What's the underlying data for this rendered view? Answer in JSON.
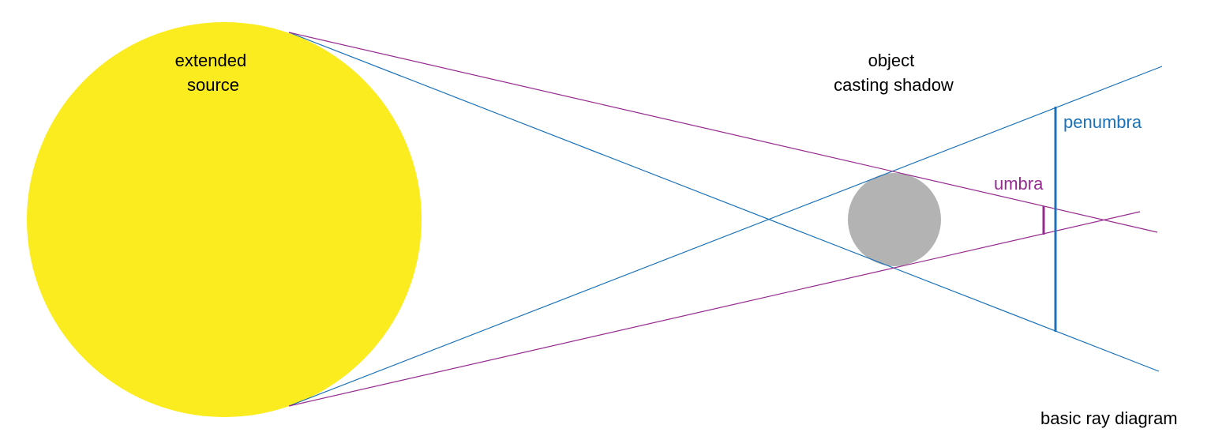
{
  "labels": {
    "source": [
      "extended",
      "source"
    ],
    "object": [
      "object",
      "casting shadow"
    ],
    "penumbra": "penumbra",
    "umbra": "umbra",
    "caption": "basic ray diagram"
  },
  "colors": {
    "source_fill": "#FBEC20",
    "object_fill": "#B3B3B3",
    "penumbra": "#1B72B8",
    "umbra": "#962A8F",
    "text": "#000000"
  }
}
